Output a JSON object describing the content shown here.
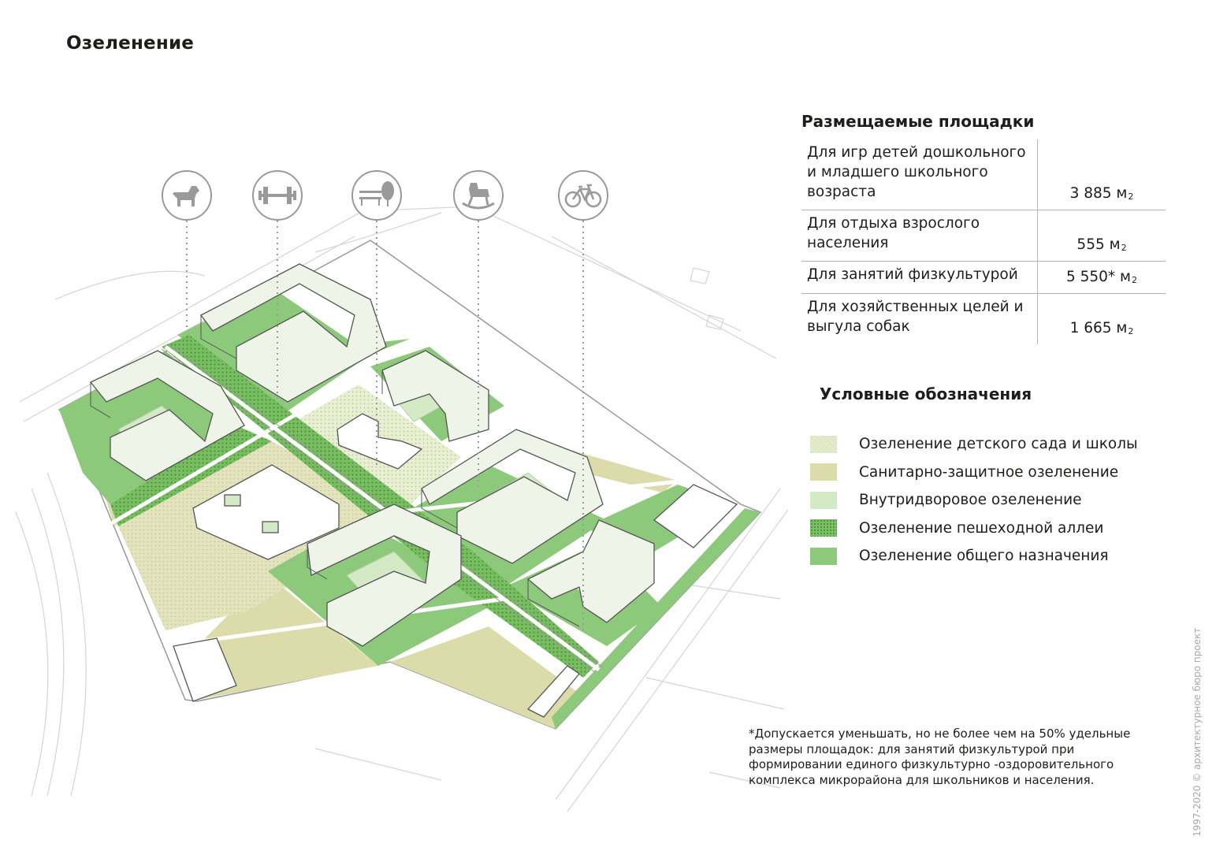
{
  "title": "Озеленение",
  "areas": {
    "heading": "Размещаемые площадки",
    "rows": [
      {
        "label": "Для игр детей дошкольного и младшего школьного возраста",
        "value": "3 885 м",
        "unit_sup": "2"
      },
      {
        "label": "Для отдыха взрослого населения",
        "value": "555 м",
        "unit_sup": "2"
      },
      {
        "label": "Для занятий физкультурой",
        "value": "5 550* м",
        "unit_sup": "2"
      },
      {
        "label": "Для хозяйственных целей и выгула собак",
        "value": "1 665 м",
        "unit_sup": "2"
      }
    ]
  },
  "legend": {
    "heading": "Условные обозначения",
    "items": [
      {
        "label": "Озеленение детского сада и школы",
        "color": "#e6eed2",
        "pattern": "dots-light"
      },
      {
        "label": "Санитарно-защитное озеленение",
        "color": "#dcdbaa"
      },
      {
        "label": "Внутридворовое озеленение",
        "color": "#d4e9c6"
      },
      {
        "label": "Озеленение пешеходной аллеи",
        "color": "#7dbf64",
        "pattern": "dots-dark"
      },
      {
        "label": "Озеленение общего назначения",
        "color": "#8cc97a"
      }
    ]
  },
  "icons": [
    "dog-icon",
    "barbell-icon",
    "bench-tree-icon",
    "rocking-horse-icon",
    "bicycle-icon"
  ],
  "footnote": "*Допускается уменьшать, но не более чем на 50% удельные размеры площадок: для занятий физкультурой при формировании единого физкультурно -оздоровительного комплекса микрорайона для школьников и населения.",
  "copyright": "1997-2020 © архитектурное бюро проект"
}
